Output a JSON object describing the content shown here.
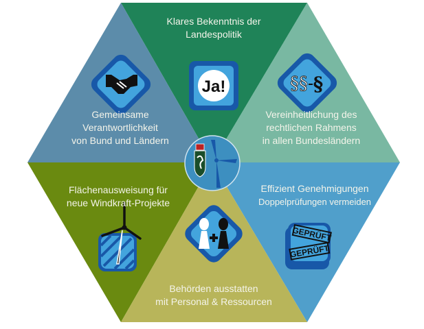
{
  "colors": {
    "top": "#1f8358",
    "upper_right": "#79b8a2",
    "lower_right": "#509fcb",
    "bottom": "#b8b55a",
    "lower_left": "#6a8a10",
    "upper_left": "#5c8caa",
    "icon_blue": "#43a4dd",
    "icon_dark": "#1858a8"
  },
  "segments": {
    "top": {
      "lines": [
        "Klares Bekenntnis der",
        "Landespolitik"
      ],
      "icon": "ja-badge-icon",
      "icon_text": "Ja!"
    },
    "upper_left": {
      "lines": [
        "Gemeinsame",
        "Verantwortlichkeit",
        "von Bund und Ländern"
      ],
      "icon": "handshake-icon"
    },
    "upper_right": {
      "lines": [
        "Vereinheitlichung des",
        "rechtlichen Rahmens",
        "in allen Bundesländern"
      ],
      "icon": "paragraph-merge-icon"
    },
    "lower_left": {
      "lines": [
        "Flächenausweisung für",
        "neue Windkraft-Projekte"
      ],
      "icon": "wind-turbine-area-icon"
    },
    "lower_right": {
      "lines": [
        "Effizient Genehmigungen",
        "Doppelprüfungen vermeiden"
      ],
      "icon": "stamp-icon",
      "stamp_text": "GEPRÜFT"
    },
    "bottom": {
      "lines": [
        "Behörden ausstatten",
        "mit Personal & Ressourcen"
      ],
      "icon": "personnel-icon"
    }
  },
  "center": {
    "icon": "styria-coat-of-arms-wind-turbine-icon"
  }
}
